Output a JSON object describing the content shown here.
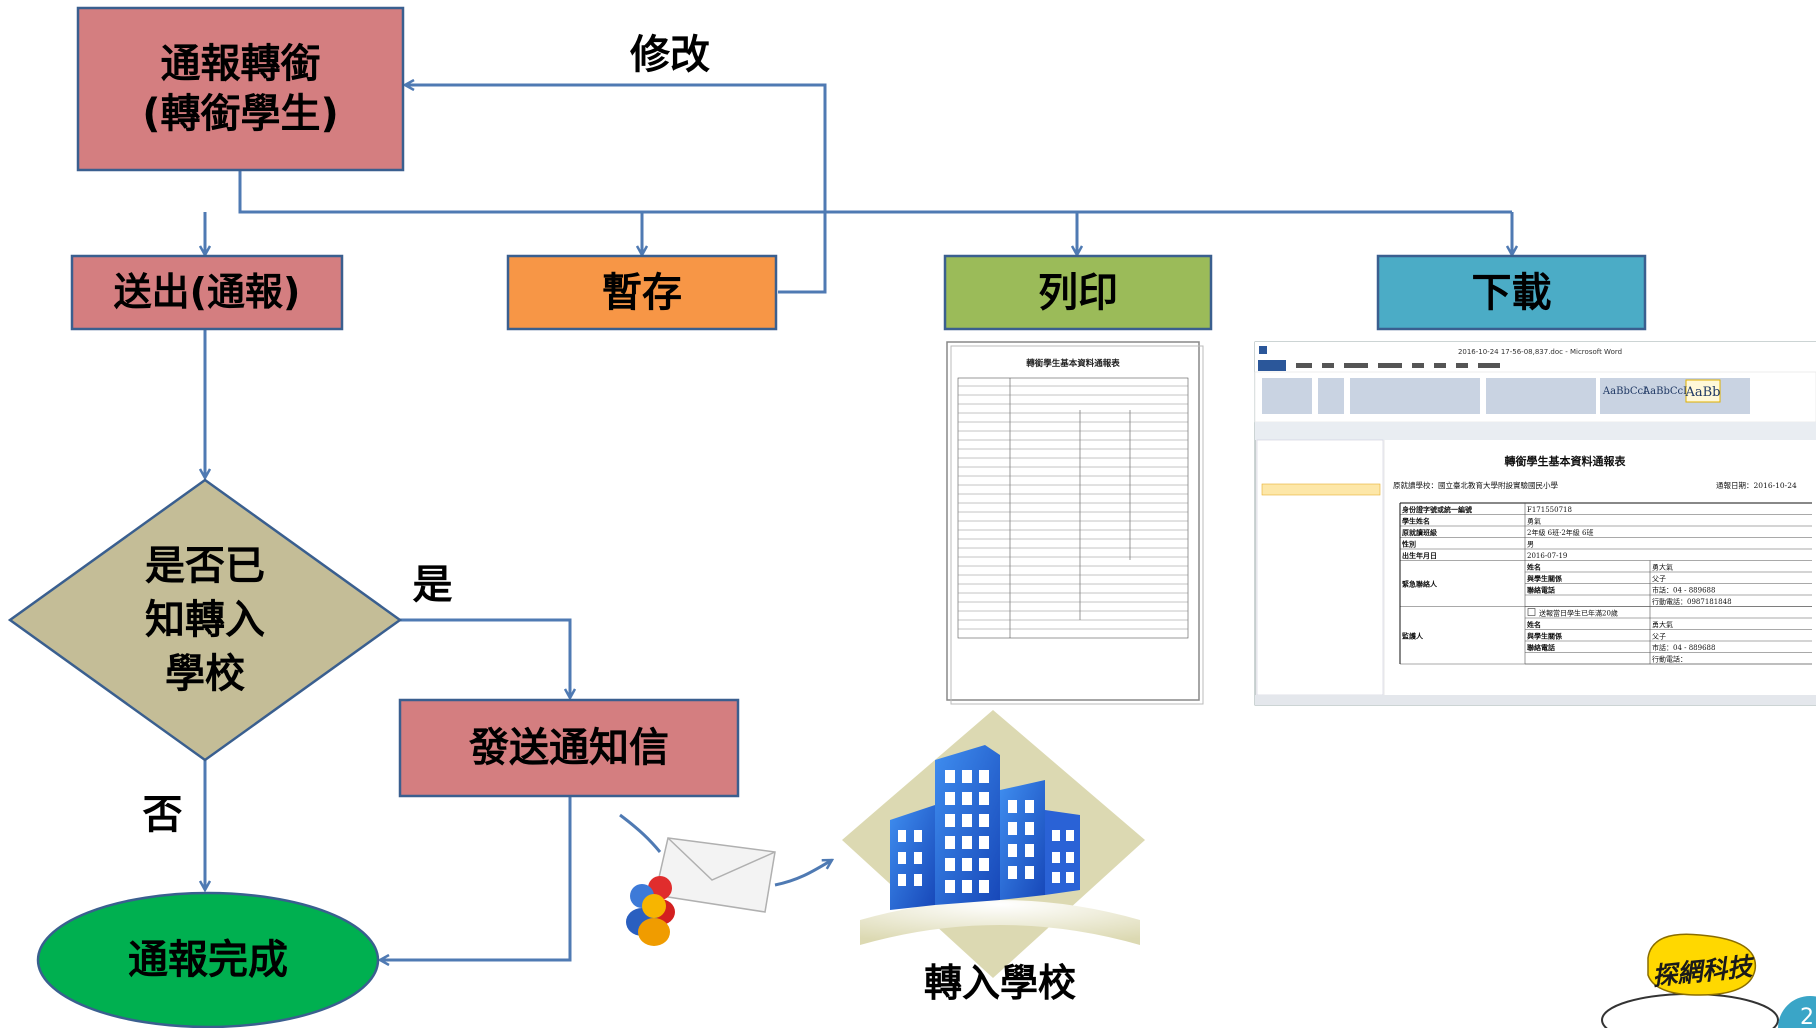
{
  "nodes": {
    "start": "通報轉銜\n(轉銜學生)",
    "send": "送出(通報)",
    "save": "暫存",
    "print": "列印",
    "download": "下載",
    "decision": "是否已\n知轉入\n學校",
    "notify": "發送通知信",
    "done": "通報完成",
    "target_school": "轉入學校"
  },
  "edges": {
    "modify": "修改",
    "yes": "是",
    "no": "否"
  },
  "print_preview": {
    "title": "轉銜學生基本資料通報表"
  },
  "word_window": {
    "title_bar": "2016-10-24 17-56-08,837.doc - Microsoft Word",
    "doc_title": "轉銜學生基本資料通報表",
    "school_line": "原就讀學校：國立臺北教育大學附設實驗國民小學",
    "date_line": "通報日期：2016-10-24",
    "rows": [
      {
        "label": "身份證字號或統一編號",
        "value": "F171550718"
      },
      {
        "label": "學生姓名",
        "value": "勇氣"
      },
      {
        "label": "原就讀班級",
        "value": "2年級 6班·2年級 6班"
      },
      {
        "label": "性別",
        "value": "男"
      },
      {
        "label": "出生年月日",
        "value": "2016-07-19"
      }
    ],
    "contact_label": "緊急聯絡人",
    "contact_rows": [
      {
        "k": "姓名",
        "v": "勇大氣"
      },
      {
        "k": "與學生關係",
        "v": "父子"
      },
      {
        "k": "聯絡電話",
        "v": "市話：04 - 889688"
      },
      {
        "k": "",
        "v": "行動電話：0987181848"
      }
    ],
    "guardian_label": "監護人",
    "guardian_check": "送報當日學生已年滿20歲",
    "guardian_rows": [
      {
        "k": "姓名",
        "v": "勇大氣"
      },
      {
        "k": "與學生關係",
        "v": "父子"
      },
      {
        "k": "聯絡電話",
        "v": "市話：04 - 889688"
      },
      {
        "k": "",
        "v": "行動電話："
      }
    ]
  },
  "logo": {
    "text": "探網科技"
  },
  "page_number": "2",
  "colors": {
    "pink": "#d47e80",
    "orange": "#f79646",
    "green_box": "#9bbb59",
    "blue_box": "#4bacc6",
    "diamond": "#c4bd97",
    "ellipse": "#00b050",
    "arrow": "#4f7ab3",
    "box_border": "#3a5f8f"
  }
}
